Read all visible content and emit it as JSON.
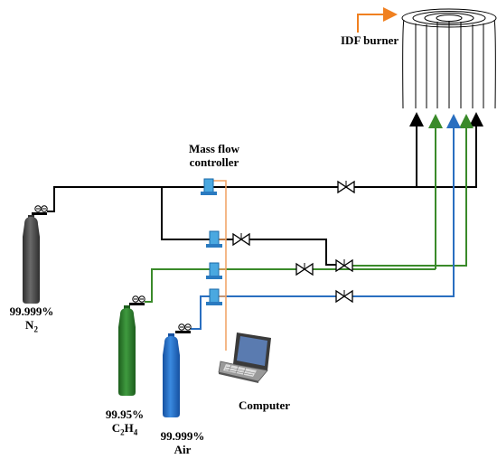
{
  "labels": {
    "burner": "IDF burner",
    "mfc_line1": "Mass flow",
    "mfc_line2": "controller",
    "computer": "Computer",
    "n2_purity": "99.999%",
    "n2_name": "N",
    "n2_sub": "2",
    "c2h4_purity": "99.95%",
    "c2h4_name_a": "C",
    "c2h4_sub_a": "2",
    "c2h4_name_b": "H",
    "c2h4_sub_b": "4",
    "air_purity": "99.999%",
    "air_name": "Air"
  },
  "colors": {
    "n2_line": "#000000",
    "c2h4_line": "#3a8a2a",
    "air_line": "#2a6fc0",
    "signal_line": "#f0a060",
    "burner_arrow": "#f08020",
    "n2_cylinder": "#4a4a4a",
    "c2h4_cylinder": "#2e7d2e",
    "air_cylinder": "#1f6fc8",
    "mfc": "#4aa8e0"
  }
}
